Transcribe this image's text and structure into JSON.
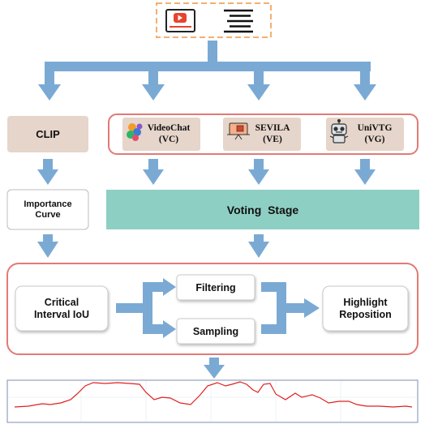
{
  "nodes": {
    "clip": "CLIP",
    "videochat": {
      "name": "VideoChat",
      "abbr": "(VC)"
    },
    "sevila": {
      "name": "SEVILA",
      "abbr": "(VE)"
    },
    "univtg": {
      "name": "UniVTG",
      "abbr": "(VG)"
    },
    "importance_curve": {
      "line1": "Importance",
      "line2": "Curve"
    },
    "voting_stage": "Voting  Stage",
    "critical_interval": {
      "line1": "Critical",
      "line2": "Interval IoU"
    },
    "filtering": "Filtering",
    "sampling": "Sampling",
    "highlight_reposition": {
      "line1": "Highlight",
      "line2": "Reposition"
    }
  },
  "colors": {
    "arrow_blue": "#7aaad4",
    "model_box_fill": "#e6d5ca",
    "voting_fill": "#8ecfc3",
    "outline_red": "#e27a76",
    "dashed_orange": "#f2b06f",
    "curve_red": "#e02020",
    "white_box_border": "#bcbcbc"
  },
  "icons": [
    "video-play-icon",
    "text-lines-icon",
    "videochat-logo-icon",
    "sevila-icon",
    "univtg-robot-icon"
  ]
}
